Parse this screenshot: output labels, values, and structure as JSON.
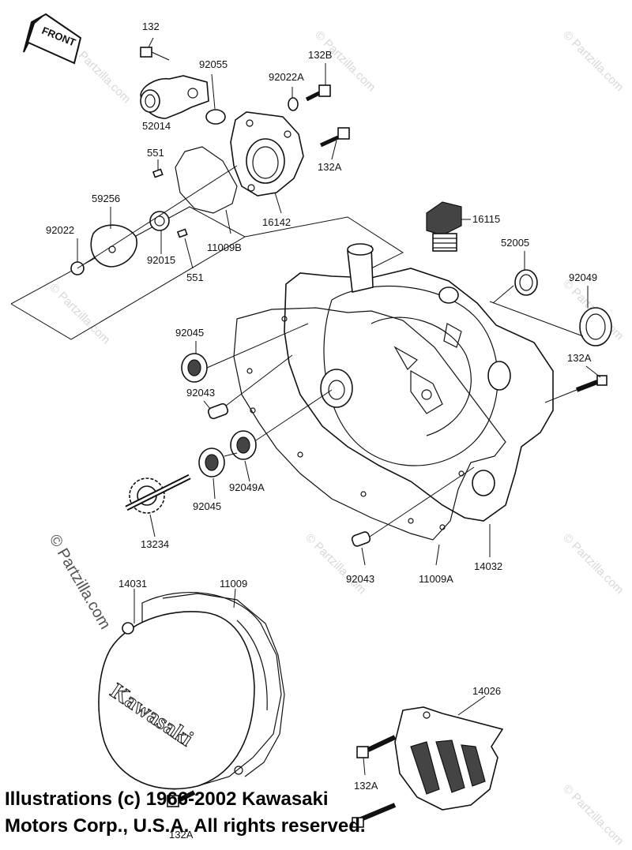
{
  "front_arrow": {
    "text": "FRONT"
  },
  "labels": [
    {
      "id": "l132",
      "text": "132"
    },
    {
      "id": "l92055",
      "text": "92055"
    },
    {
      "id": "l132B",
      "text": "132B"
    },
    {
      "id": "l92022A",
      "text": "92022A"
    },
    {
      "id": "l52014",
      "text": "52014"
    },
    {
      "id": "l551a",
      "text": "551"
    },
    {
      "id": "l132A1",
      "text": "132A"
    },
    {
      "id": "l59256",
      "text": "59256"
    },
    {
      "id": "l92022",
      "text": "92022"
    },
    {
      "id": "l92015",
      "text": "92015"
    },
    {
      "id": "l11009B",
      "text": "11009B"
    },
    {
      "id": "l16142",
      "text": "16142"
    },
    {
      "id": "l551b",
      "text": "551"
    },
    {
      "id": "l16115",
      "text": "16115"
    },
    {
      "id": "l52005",
      "text": "52005"
    },
    {
      "id": "l92049",
      "text": "92049"
    },
    {
      "id": "l92045a",
      "text": "92045"
    },
    {
      "id": "l132A2",
      "text": "132A"
    },
    {
      "id": "l92043a",
      "text": "92043"
    },
    {
      "id": "l92049A",
      "text": "92049A"
    },
    {
      "id": "l92045b",
      "text": "92045"
    },
    {
      "id": "l13234",
      "text": "13234"
    },
    {
      "id": "l92043b",
      "text": "92043"
    },
    {
      "id": "l11009A",
      "text": "11009A"
    },
    {
      "id": "l14032",
      "text": "14032"
    },
    {
      "id": "l14031",
      "text": "14031"
    },
    {
      "id": "l11009",
      "text": "11009"
    },
    {
      "id": "l14026",
      "text": "14026"
    },
    {
      "id": "l132A3",
      "text": "132A"
    },
    {
      "id": "l132A4",
      "text": "132A"
    }
  ],
  "cover_logo": "Kawasaki",
  "watermark": "© Partzilla.com",
  "copyright": {
    "line1": "Illustrations (c) 1966-2002 Kawasaki",
    "line2": "Motors Corp., U.S.A.  All rights reserved."
  }
}
